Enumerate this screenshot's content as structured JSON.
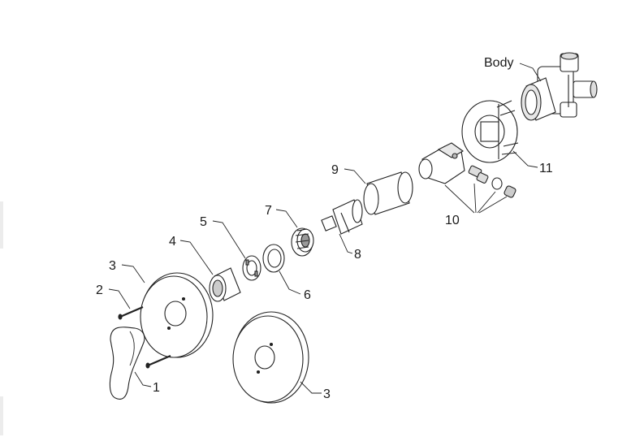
{
  "diagram": {
    "labels": {
      "body": "Body",
      "p1": "1",
      "p2": "2",
      "p3a": "3",
      "p3b": "3",
      "p4": "4",
      "p5": "5",
      "p6": "6",
      "p7": "7",
      "p8": "8",
      "p9": "9",
      "p10": "10",
      "p11": "11"
    }
  },
  "colors": {
    "line": "#222222",
    "part_fill": "#ffffff",
    "shade": "#d9d9d9"
  }
}
